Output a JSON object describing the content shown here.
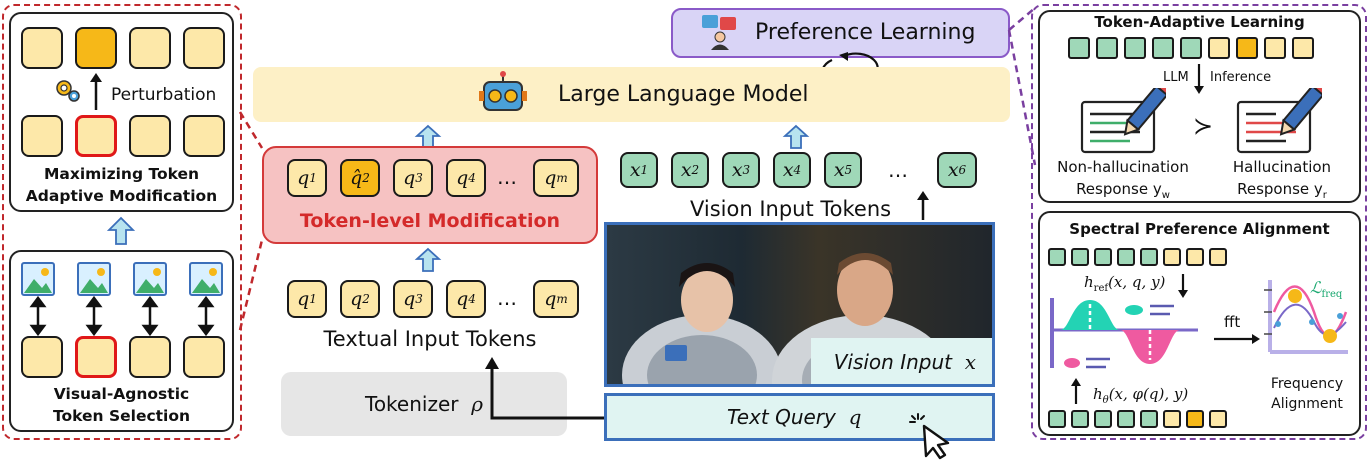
{
  "left_panel": {
    "perturbation": "Perturbation",
    "maximizing_line1": "Maximizing Token",
    "maximizing_line2": "Adaptive Modification",
    "visual_agnostic_line1": "Visual-Agnostic",
    "visual_agnostic_line2": "Token Selection"
  },
  "center": {
    "preference_learning": "Preference Learning",
    "llm": "Large Language Model",
    "token_level_modification": "Token-level Modification",
    "textual_input_tokens": "Textual Input Tokens",
    "vision_input_tokens": "Vision Input Tokens",
    "tokenizer": "Tokenizer",
    "tokenizer_symbol": "ρ",
    "vision_input": "Vision Input",
    "vision_input_symbol": "x",
    "text_query": "Text Query",
    "text_query_symbol": "q",
    "text_tokens_top": [
      "q",
      "q̂",
      "q",
      "q"
    ],
    "text_tokens_top_sub": [
      "1",
      "2",
      "3",
      "4"
    ],
    "text_tokens_bottom": [
      "q",
      "q",
      "q",
      "q"
    ],
    "text_tokens_bottom_sub": [
      "1",
      "2",
      "3",
      "4"
    ],
    "last_token": "q",
    "last_token_sub": "m",
    "ellipsis": "…",
    "vision_tokens": [
      "x",
      "x",
      "x",
      "x",
      "x"
    ],
    "vision_tokens_sub": [
      "1",
      "2",
      "3",
      "4",
      "5"
    ],
    "vision_last": "x",
    "vision_last_sub": "6"
  },
  "right_panel": {
    "token_adaptive_learning": "Token-Adaptive Learning",
    "llm_label": "LLM",
    "inference_label": "Inference",
    "non_hallucination": "Non-hallucination",
    "response_yw": "Response y",
    "yw_sub": "w",
    "hallucination": "Hallucination",
    "response_yr": "Response y",
    "yr_sub": "r",
    "succ": "≻",
    "spectral": "Spectral Preference Alignment",
    "h_ref": "h",
    "h_ref_sub": "ref",
    "h_ref_args": "(x, q, y)",
    "h_theta": "h",
    "h_theta_sub": "θ",
    "h_theta_args": "(x, φ(q), y)",
    "fft": "fft",
    "l_freq": "ℒ",
    "l_freq_sub": "freq",
    "frequency_line1": "Frequency",
    "frequency_line2": "Alignment"
  },
  "colors": {
    "red_dashed": "#c0282c",
    "purple_dashed": "#7a3fa0",
    "llm_fill": "#fdf0c6",
    "token_mod_fill": "#f6c2c2",
    "token_mod_text": "#d42a2a",
    "pref_fill": "#d9d4f6",
    "pref_border": "#8a5ac8",
    "blue_border": "#3b6fba",
    "text_query_fill": "#e0f4f2",
    "arrow_fill": "#b7e3ef",
    "teal": "#23d3b4",
    "pink": "#ef5aa0"
  }
}
